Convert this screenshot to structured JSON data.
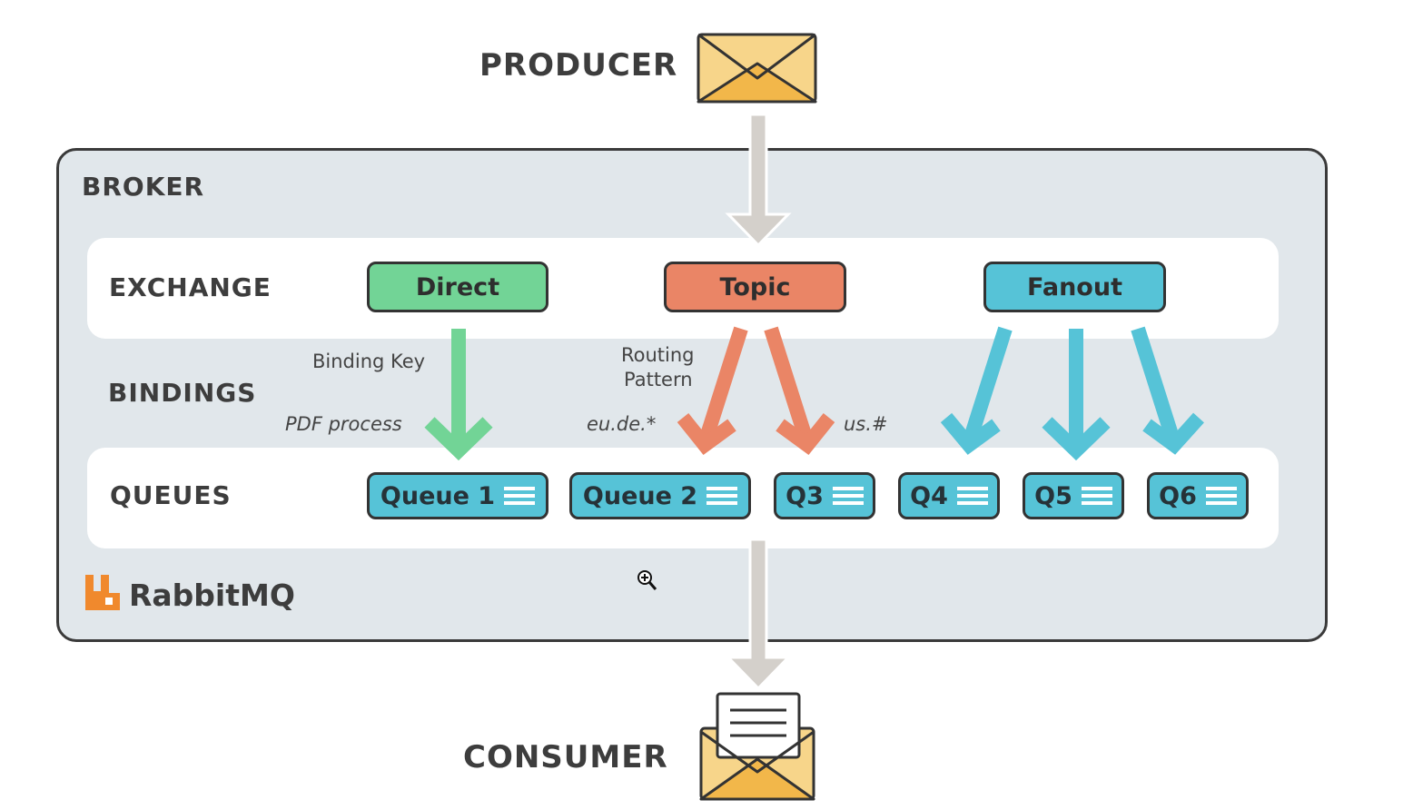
{
  "producer": {
    "label": "PRODUCER"
  },
  "consumer": {
    "label": "CONSUMER"
  },
  "broker": {
    "label": "BROKER",
    "brand": "RabbitMQ"
  },
  "sections": {
    "exchange": "EXCHANGE",
    "bindings": "BINDINGS",
    "queues": "QUEUES"
  },
  "exchanges": [
    {
      "label": "Direct",
      "color": "#72d496"
    },
    {
      "label": "Topic",
      "color": "#ea8566"
    },
    {
      "label": "Fanout",
      "color": "#56c3d7"
    }
  ],
  "bindings": {
    "direct_title": "Binding Key",
    "direct_key": "PDF process",
    "topic_title_line1": "Routing",
    "topic_title_line2": "Pattern",
    "topic_key_left": "eu.de.*",
    "topic_key_right": "us.#"
  },
  "queues": [
    "Queue 1",
    "Queue 2",
    "Q3",
    "Q4",
    "Q5",
    "Q6"
  ],
  "icons": [
    "envelope-icon",
    "open-envelope-icon",
    "rabbitmq-logo-icon",
    "queue-lines-icon",
    "zoom-cursor-icon"
  ],
  "colors": {
    "flow_arrow": "#d4d0cb",
    "brand_orange": "#f0892d",
    "envelope": "#f7c86d"
  }
}
